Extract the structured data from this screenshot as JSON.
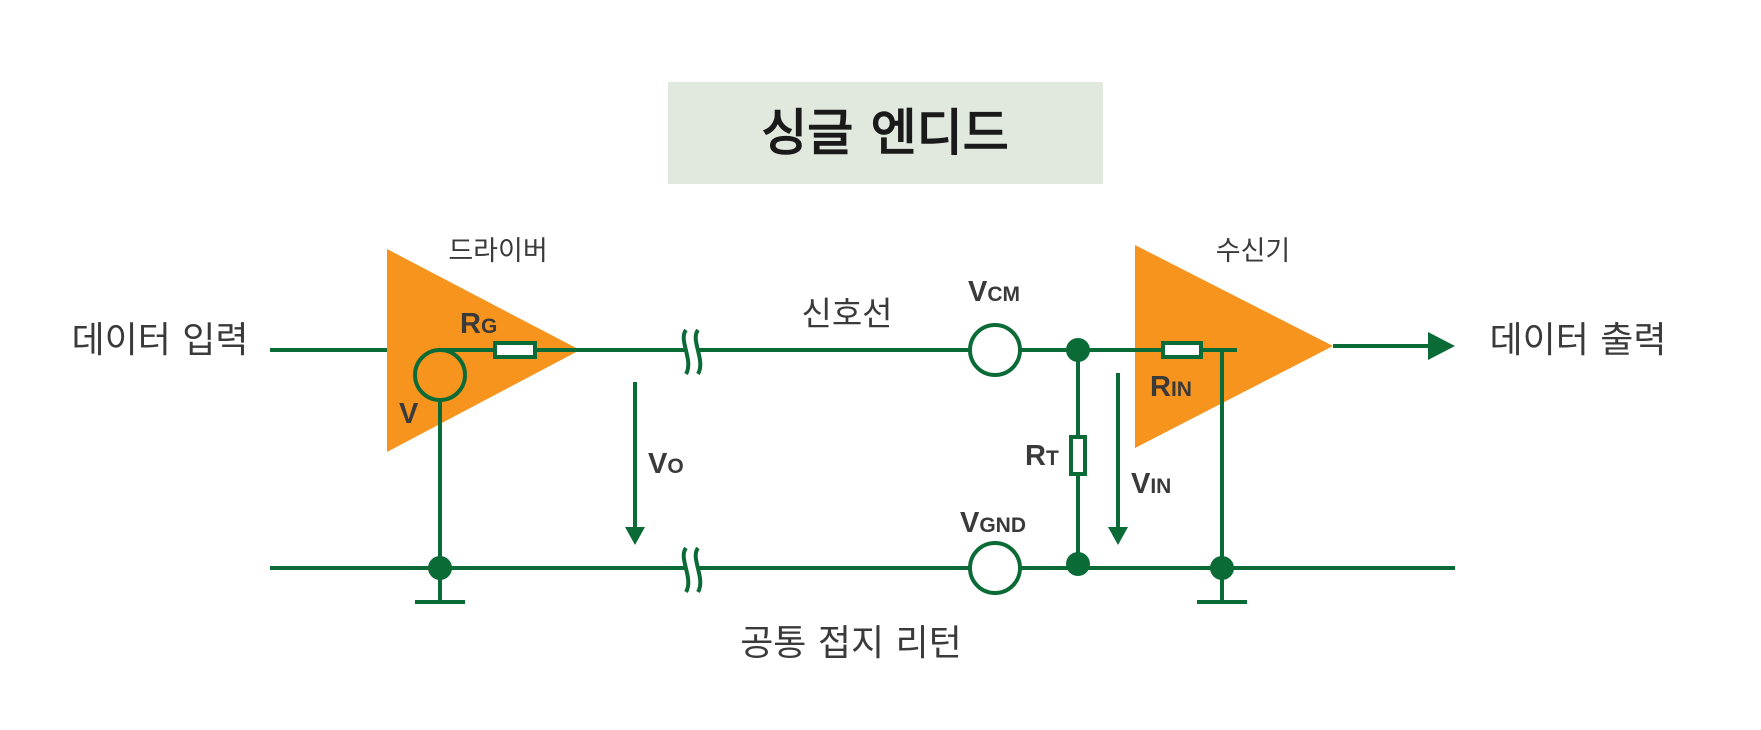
{
  "title": "싱글 엔디드",
  "labels": {
    "driver": "드라이버",
    "receiver": "수신기",
    "data_input": "데이터 입력",
    "data_output": "데이터 출력",
    "signal_line": "신호선",
    "common_ground": "공통 접지 리턴"
  },
  "symbols": {
    "rg_main": "R",
    "rg_sub": "G",
    "v": "V",
    "vo_main": "V",
    "vo_sub": "O",
    "vcm_main": "V",
    "vcm_sub": "CM",
    "vgnd_main": "V",
    "vgnd_sub": "GND",
    "rt_main": "R",
    "rt_sub": "T",
    "rin_main": "R",
    "rin_sub": "IN",
    "vin_main": "V",
    "vin_sub": "IN"
  },
  "colors": {
    "wire": "#0b6b37",
    "amplifier": "#f7941d",
    "title_bg": "#e1e9df",
    "text": "#3a3a3a"
  }
}
